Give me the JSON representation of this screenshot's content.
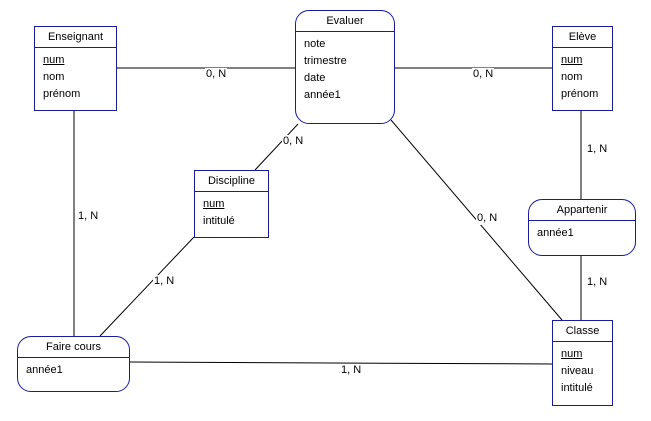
{
  "colors": {
    "border": "#1a1aa0",
    "line": "#000000",
    "background": "#ffffff"
  },
  "entities": {
    "enseignant": {
      "name": "Enseignant",
      "attributes": [
        "num",
        "nom",
        "prénom"
      ]
    },
    "eleve": {
      "name": "Elève",
      "attributes": [
        "num",
        "nom",
        "prénom"
      ]
    },
    "discipline": {
      "name": "Discipline",
      "attributes": [
        "num",
        "intitulé"
      ]
    },
    "classe": {
      "name": "Classe",
      "attributes": [
        "num",
        "niveau",
        "intitulé"
      ]
    }
  },
  "associations": {
    "evaluer": {
      "name": "Evaluer",
      "attributes": [
        "note",
        "trimestre",
        "date",
        "année1"
      ]
    },
    "appartenir": {
      "name": "Appartenir",
      "attributes": [
        "année1"
      ]
    },
    "faire_cours": {
      "name": "Faire cours",
      "attributes": [
        "année1"
      ]
    }
  },
  "cardinalities": {
    "enseignant_evaluer": "0, N",
    "evaluer_eleve": "0, N",
    "evaluer_discipline": "0, N",
    "evaluer_classe": "0, N",
    "eleve_appartenir": "1, N",
    "appartenir_classe": "1, N",
    "enseignant_faire_cours": "1, N",
    "discipline_faire_cours": "1, N",
    "faire_cours_classe": "1, N"
  }
}
